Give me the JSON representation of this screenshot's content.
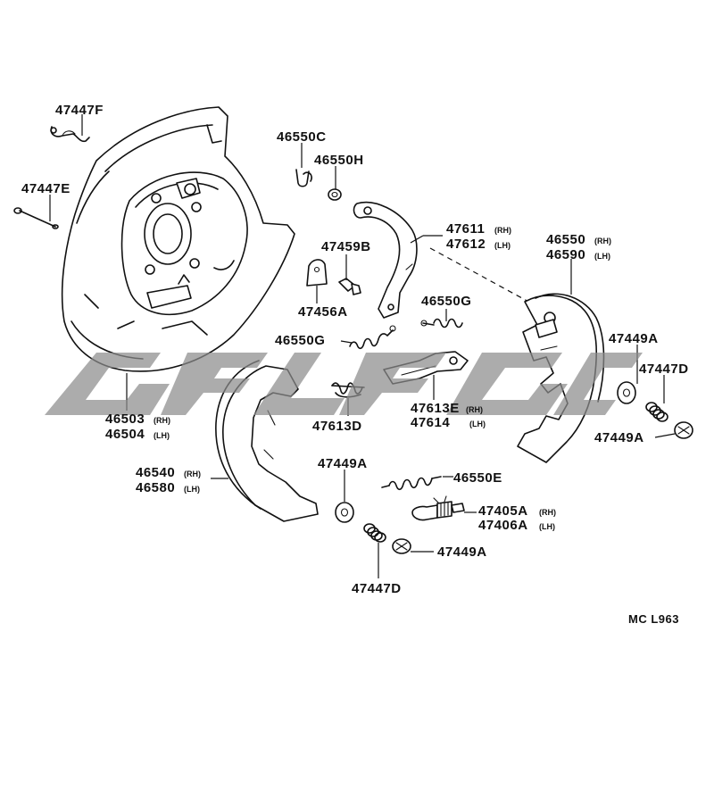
{
  "diagram": {
    "code": "MC L963",
    "parts": [
      {
        "id": "p47447F",
        "number": "47447F",
        "side": ""
      },
      {
        "id": "p47447E",
        "number": "47447E",
        "side": ""
      },
      {
        "id": "p46550C",
        "number": "46550C",
        "side": ""
      },
      {
        "id": "p46550H",
        "number": "46550H",
        "side": ""
      },
      {
        "id": "p47611",
        "number": "47611",
        "side": "(RH)"
      },
      {
        "id": "p47612",
        "number": "47612",
        "side": "(LH)"
      },
      {
        "id": "p46550",
        "number": "46550",
        "side": "(RH)"
      },
      {
        "id": "p46590",
        "number": "46590",
        "side": "(LH)"
      },
      {
        "id": "p47459B",
        "number": "47459B",
        "side": ""
      },
      {
        "id": "p47456A",
        "number": "47456A",
        "side": ""
      },
      {
        "id": "p46550G_top",
        "number": "46550G",
        "side": ""
      },
      {
        "id": "p46550G_left",
        "number": "46550G",
        "side": ""
      },
      {
        "id": "p47449A_right",
        "number": "47449A",
        "side": ""
      },
      {
        "id": "p47447D_right",
        "number": "47447D",
        "side": ""
      },
      {
        "id": "p47449A_right2",
        "number": "47449A",
        "side": ""
      },
      {
        "id": "p46503",
        "number": "46503",
        "side": "(RH)"
      },
      {
        "id": "p46504",
        "number": "46504",
        "side": "(LH)"
      },
      {
        "id": "p47613D",
        "number": "47613D",
        "side": ""
      },
      {
        "id": "p47613E",
        "number": "47613E",
        "side": "(RH)"
      },
      {
        "id": "p47614",
        "number": "47614",
        "side": "(LH)"
      },
      {
        "id": "p46540",
        "number": "46540",
        "side": "(RH)"
      },
      {
        "id": "p46580",
        "number": "46580",
        "side": "(LH)"
      },
      {
        "id": "p47449A_mid",
        "number": "47449A",
        "side": ""
      },
      {
        "id": "p46550E",
        "number": "46550E",
        "side": ""
      },
      {
        "id": "p47405A",
        "number": "47405A",
        "side": "(RH)"
      },
      {
        "id": "p47406A",
        "number": "47406A",
        "side": "(LH)"
      },
      {
        "id": "p47449A_low",
        "number": "47449A",
        "side": ""
      },
      {
        "id": "p47447D_low",
        "number": "47447D",
        "side": ""
      }
    ]
  },
  "colors": {
    "ink": "#111111",
    "background": "#ffffff",
    "watermark": "#8c8c8c"
  }
}
